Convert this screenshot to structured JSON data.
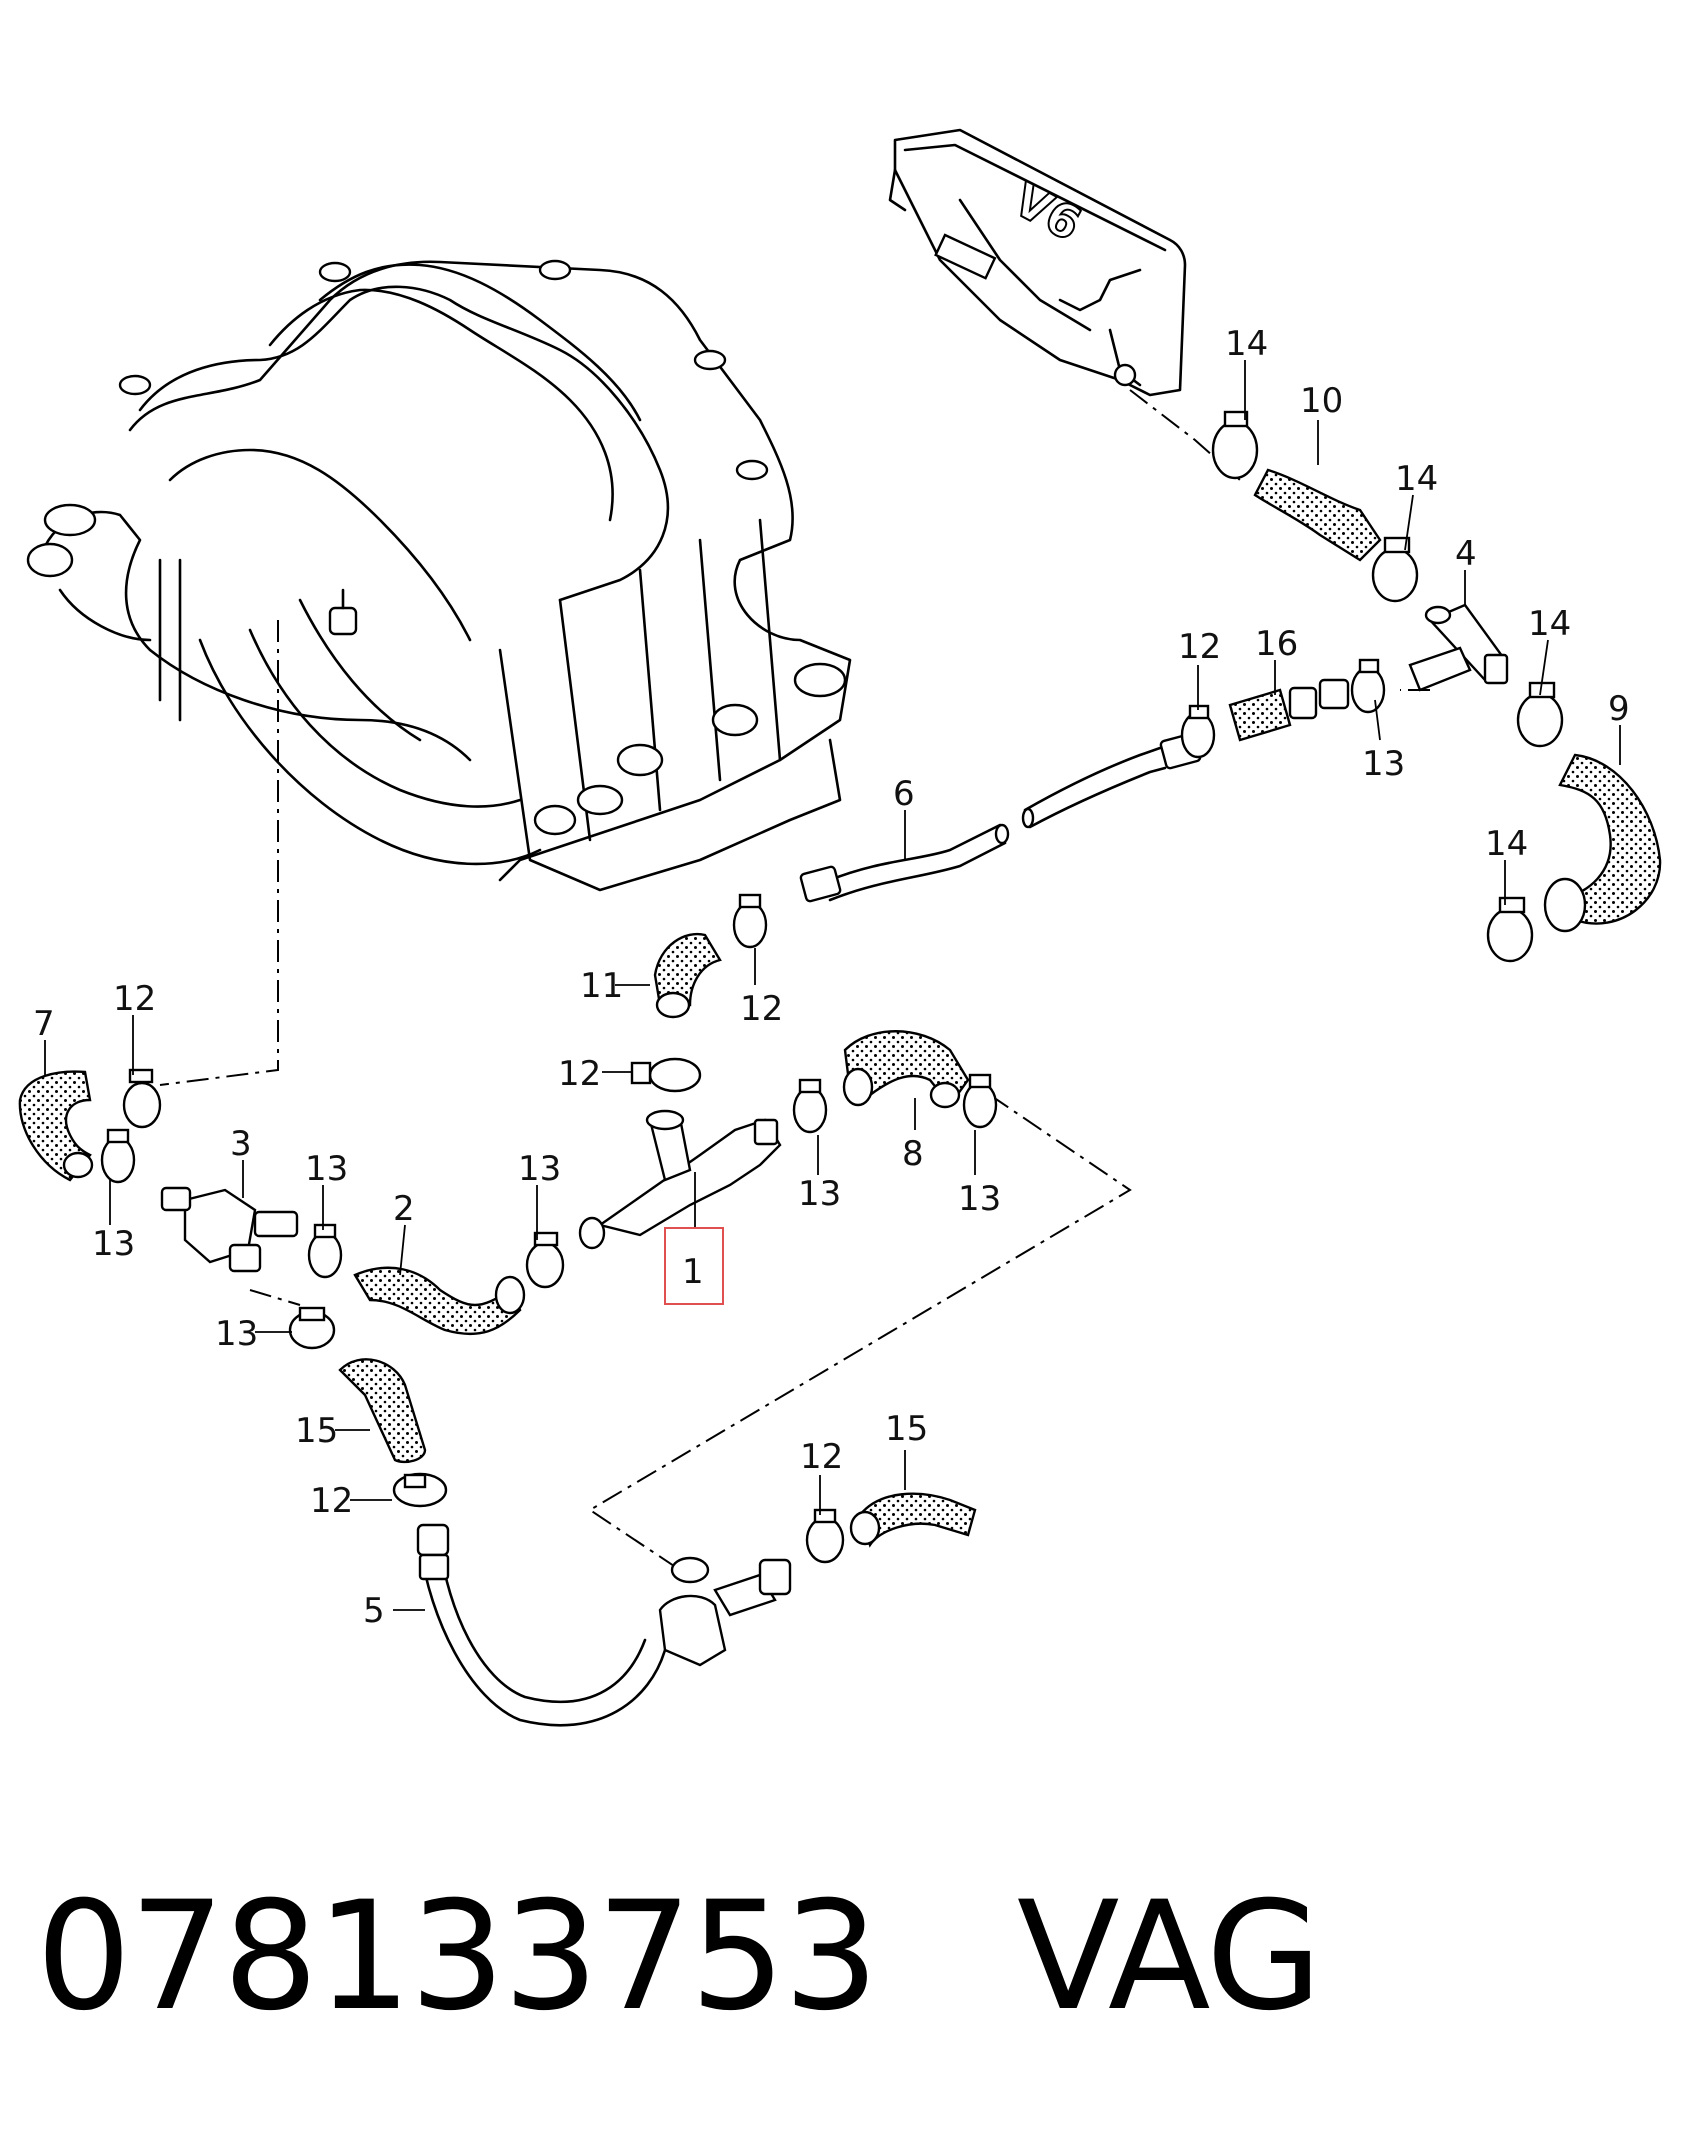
{
  "callouts": [
    {
      "id": "c14a",
      "text": "14"
    },
    {
      "id": "c10",
      "text": "10"
    },
    {
      "id": "c14b",
      "text": "14"
    },
    {
      "id": "c4",
      "text": "4"
    },
    {
      "id": "c14c",
      "text": "14"
    },
    {
      "id": "c9",
      "text": "9"
    },
    {
      "id": "c14d",
      "text": "14"
    },
    {
      "id": "c12a",
      "text": "12"
    },
    {
      "id": "c16",
      "text": "16"
    },
    {
      "id": "c13a",
      "text": "13"
    },
    {
      "id": "c6",
      "text": "6"
    },
    {
      "id": "c11",
      "text": "11"
    },
    {
      "id": "c12b",
      "text": "12"
    },
    {
      "id": "c12c",
      "text": "12"
    },
    {
      "id": "c7",
      "text": "7"
    },
    {
      "id": "c12d",
      "text": "12"
    },
    {
      "id": "c3",
      "text": "3"
    },
    {
      "id": "c13b",
      "text": "13"
    },
    {
      "id": "c2",
      "text": "2"
    },
    {
      "id": "c13c",
      "text": "13"
    },
    {
      "id": "c13d",
      "text": "13"
    },
    {
      "id": "c8",
      "text": "8"
    },
    {
      "id": "c13e",
      "text": "13"
    },
    {
      "id": "c13f",
      "text": "13"
    },
    {
      "id": "c1",
      "text": "1"
    },
    {
      "id": "c13g",
      "text": "13"
    },
    {
      "id": "c15a",
      "text": "15"
    },
    {
      "id": "c12e",
      "text": "12"
    },
    {
      "id": "c5",
      "text": "5"
    },
    {
      "id": "c12f",
      "text": "12"
    },
    {
      "id": "c15b",
      "text": "15"
    }
  ],
  "engine_badge": "V6",
  "highlight_color": "#e05050",
  "footer": {
    "part_number": "078133753",
    "brand": "VAG"
  }
}
